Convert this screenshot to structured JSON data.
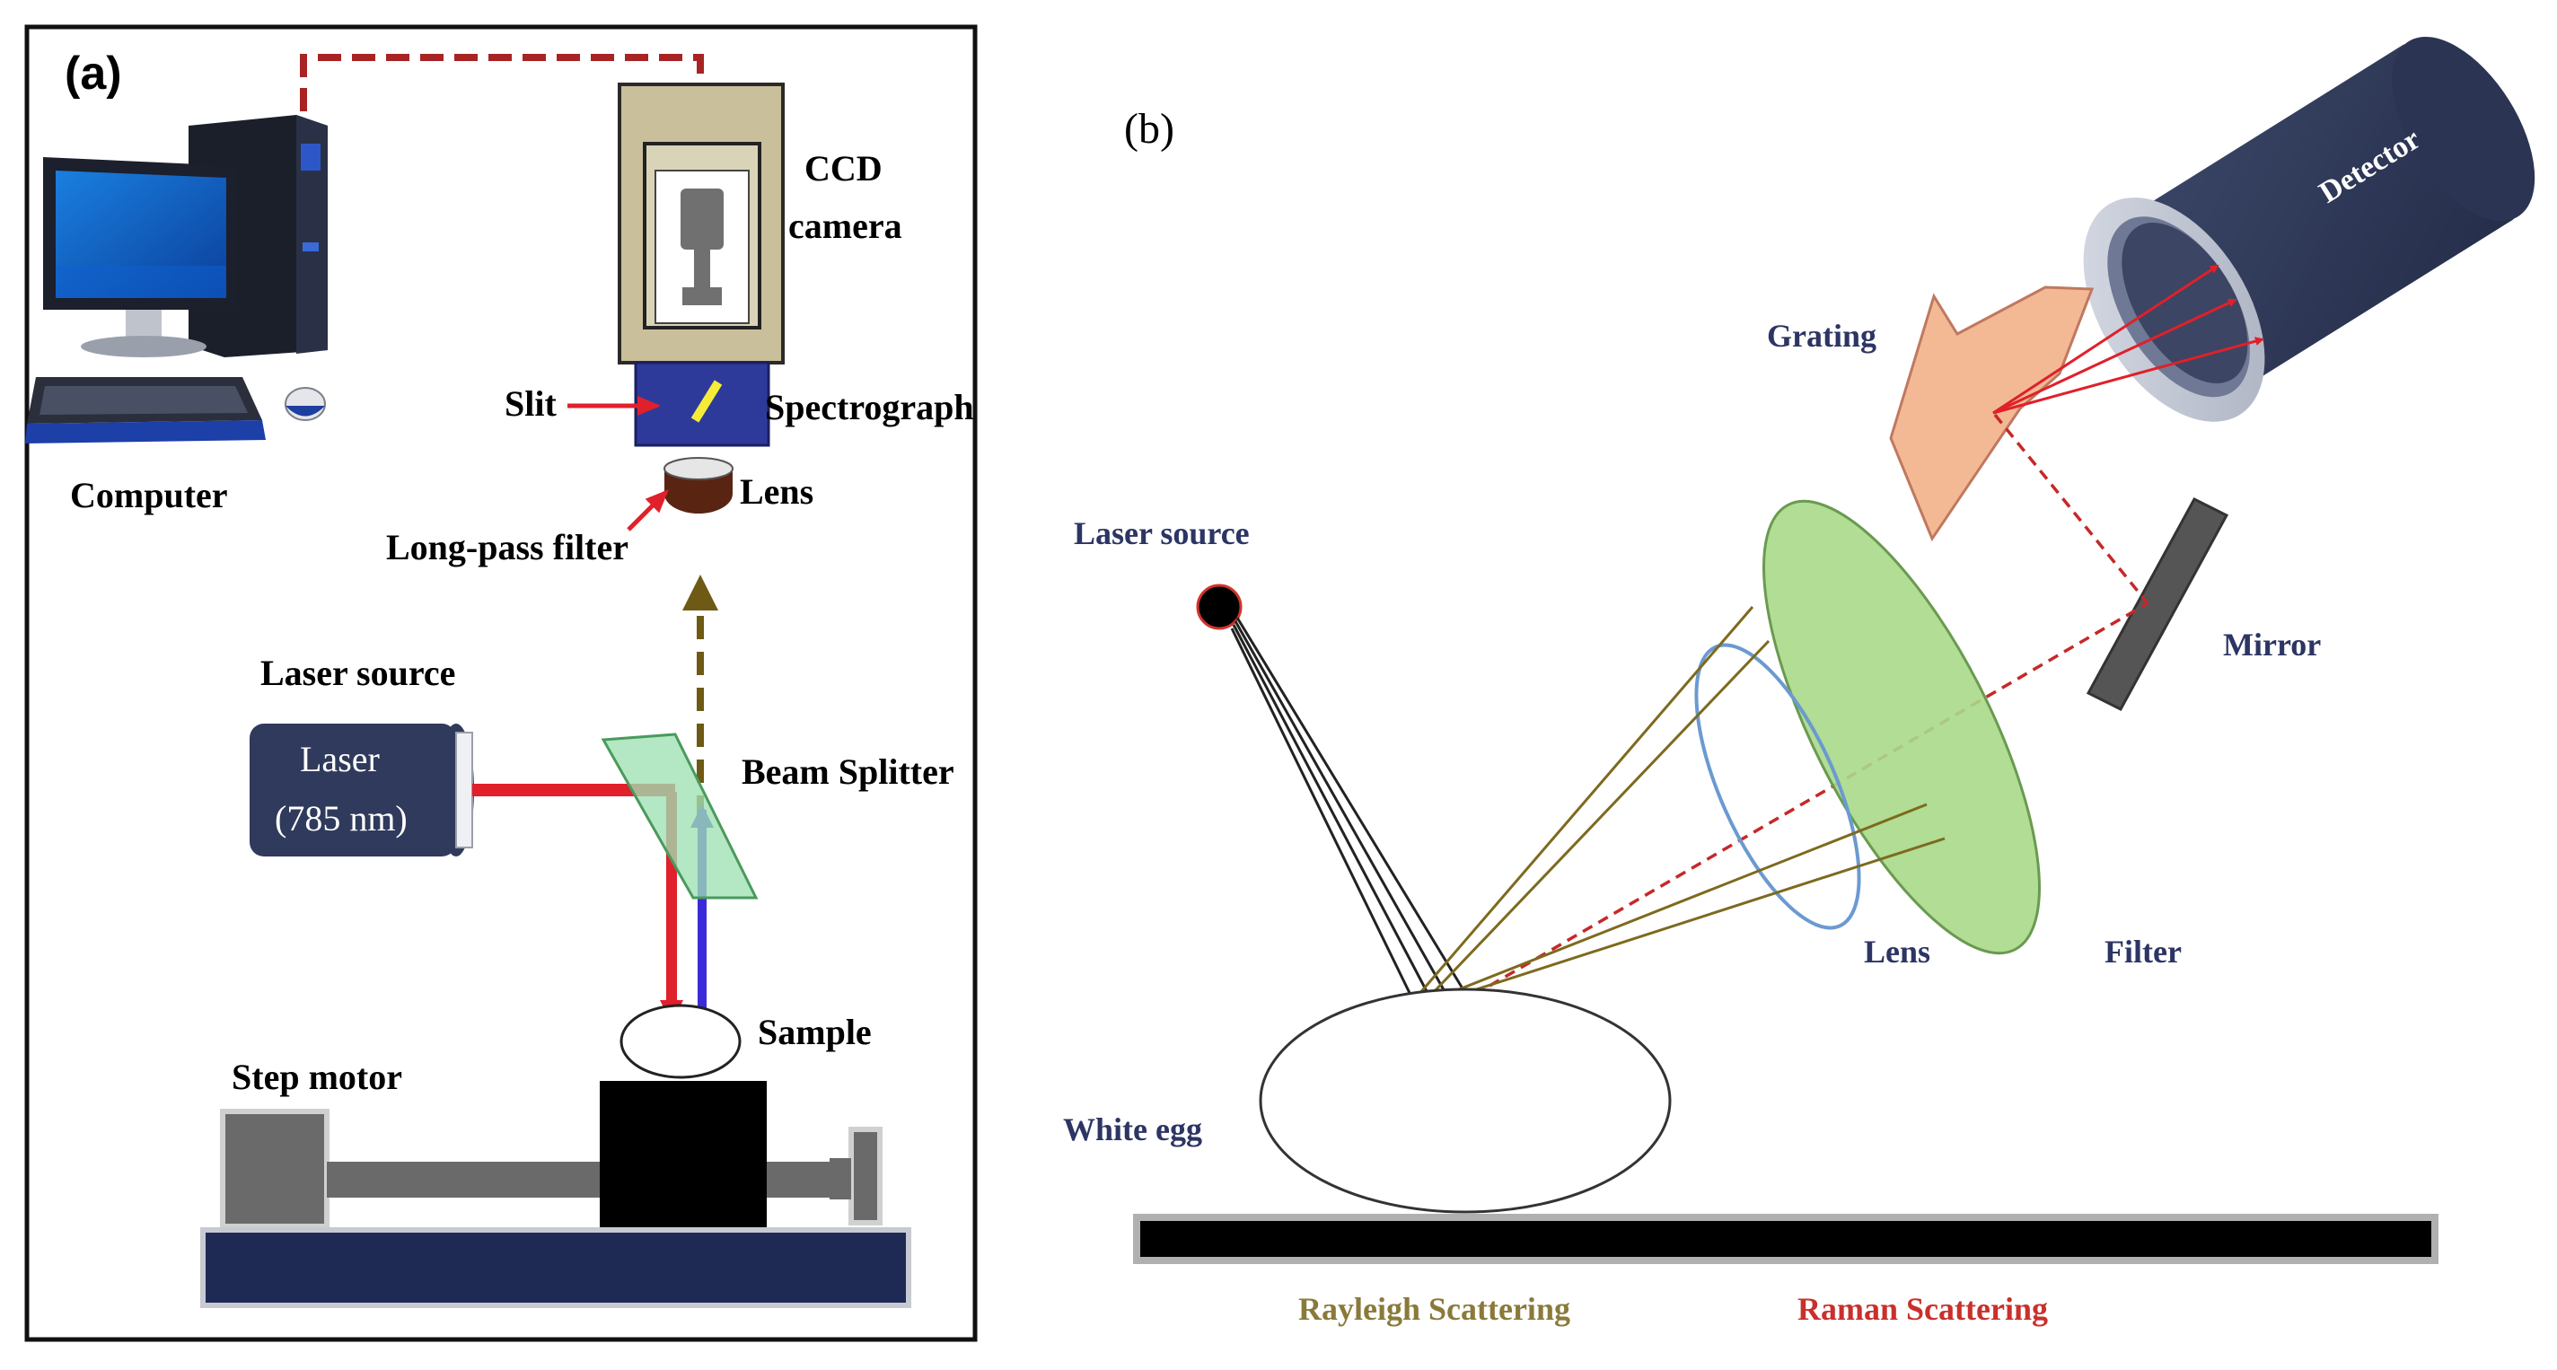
{
  "panel_a": {
    "tag": "(a)",
    "labels": {
      "ccd_line1": "CCD",
      "ccd_line2": "camera",
      "slit": "Slit",
      "spectrograph": "Spectrograph",
      "lens": "Lens",
      "long_pass_filter": "Long-pass filter",
      "computer": "Computer",
      "laser_source": "Laser source",
      "laser_line1": "Laser",
      "laser_line2": "(785 nm)",
      "beam_splitter": "Beam Splitter",
      "sample": "Sample",
      "step_motor": "Step motor"
    }
  },
  "panel_b": {
    "tag": "(b)",
    "labels": {
      "detector": "Detector",
      "grating": "Grating",
      "laser_source": "Laser source",
      "mirror": "Mirror",
      "lens": "Lens",
      "filter": "Filter",
      "white_egg": "White egg",
      "rayleigh": "Rayleigh Scattering",
      "raman": "Raman Scattering"
    }
  },
  "colors": {
    "laser_red": "#e0202a",
    "raman_blue": "#3a2bd8",
    "dashed_red": "#b02525",
    "olive": "#7d6a1e",
    "navy_body": "#2f3a5c",
    "filter_green": "#a9d98a",
    "grating_peach": "#f3b995",
    "spectrograph_blue": "#2e3a9a"
  }
}
